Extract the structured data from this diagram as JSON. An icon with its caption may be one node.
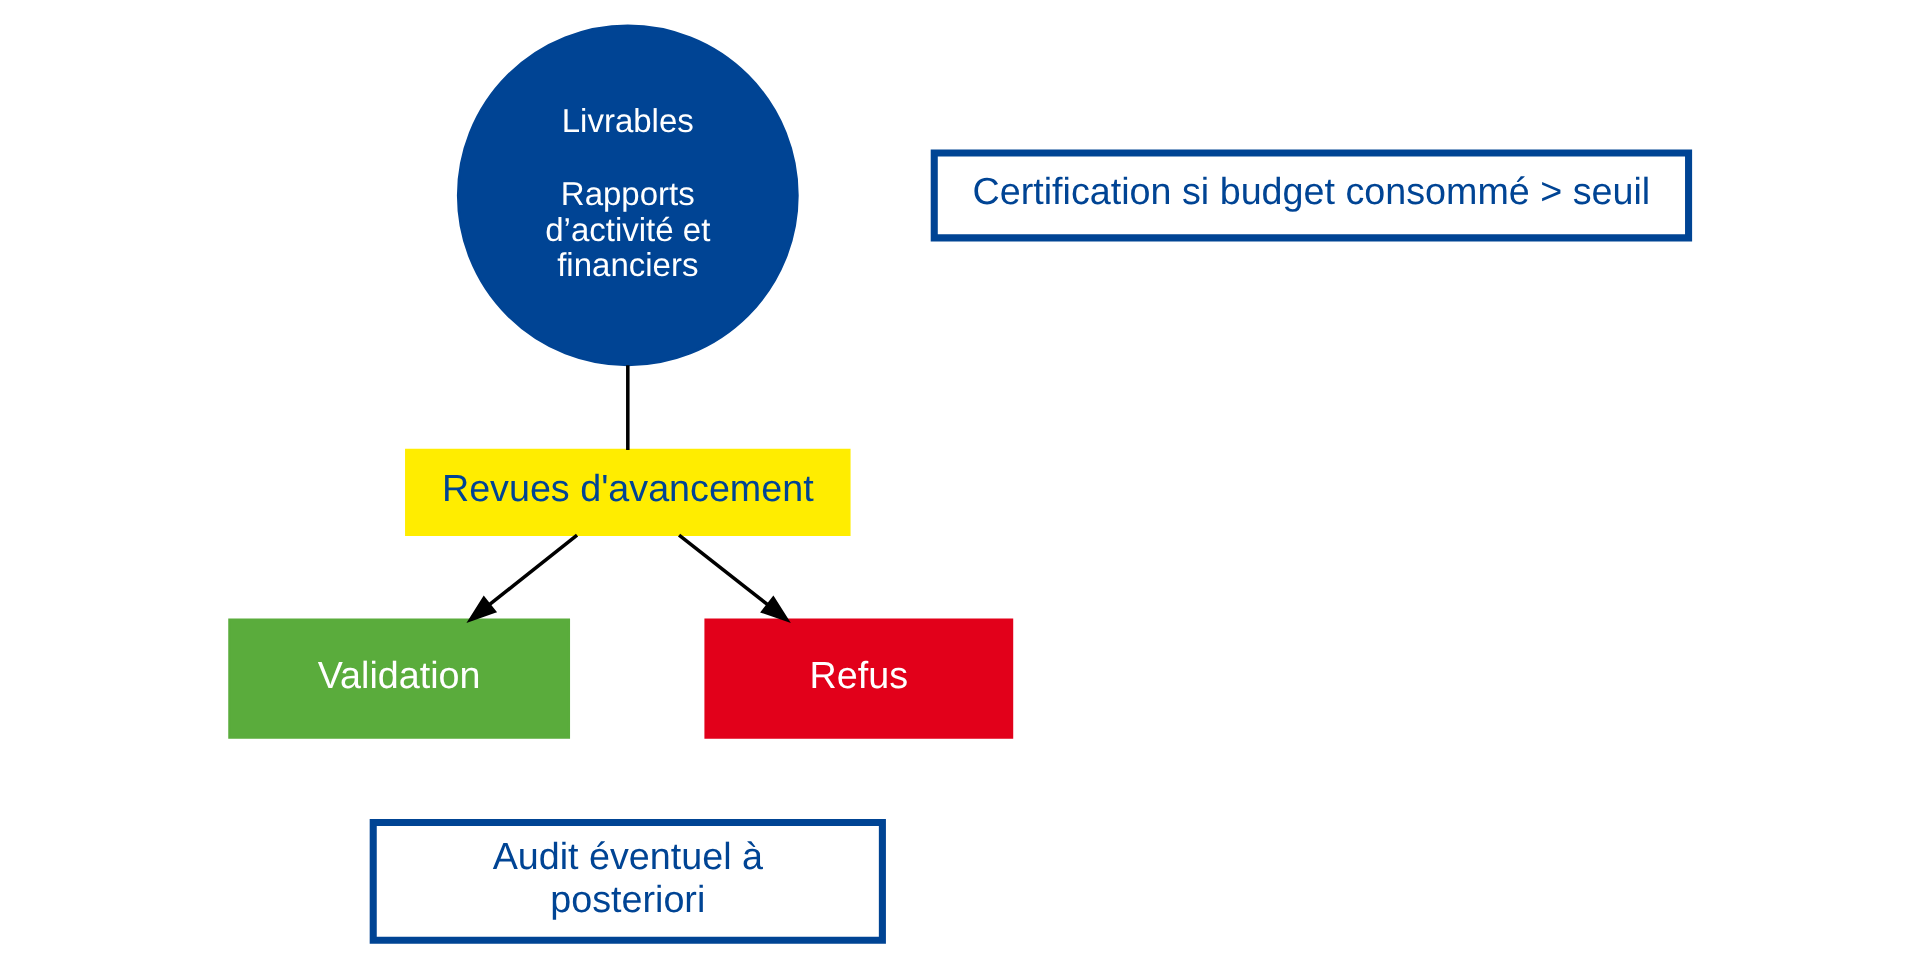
{
  "diagram": {
    "nodes": [
      {
        "text": [
          "Livrables",
          "Rapports d’activité et financiers"
        ]
      },
      {
        "text": [
          "Certification si budget consommé > seuil"
        ]
      },
      {
        "text": [
          "Revues d'avancement"
        ]
      },
      {
        "text": [
          "Validation"
        ]
      },
      {
        "text": [
          "Refus"
        ]
      },
      {
        "text": [
          "Audit éventuel à posteriori"
        ]
      }
    ],
    "edges": [
      {
        "from": 0,
        "to": 2,
        "arrow": "none"
      },
      {
        "from": 2,
        "to": 3,
        "arrow": "to"
      },
      {
        "from": 2,
        "to": 4,
        "arrow": "to"
      }
    ]
  }
}
